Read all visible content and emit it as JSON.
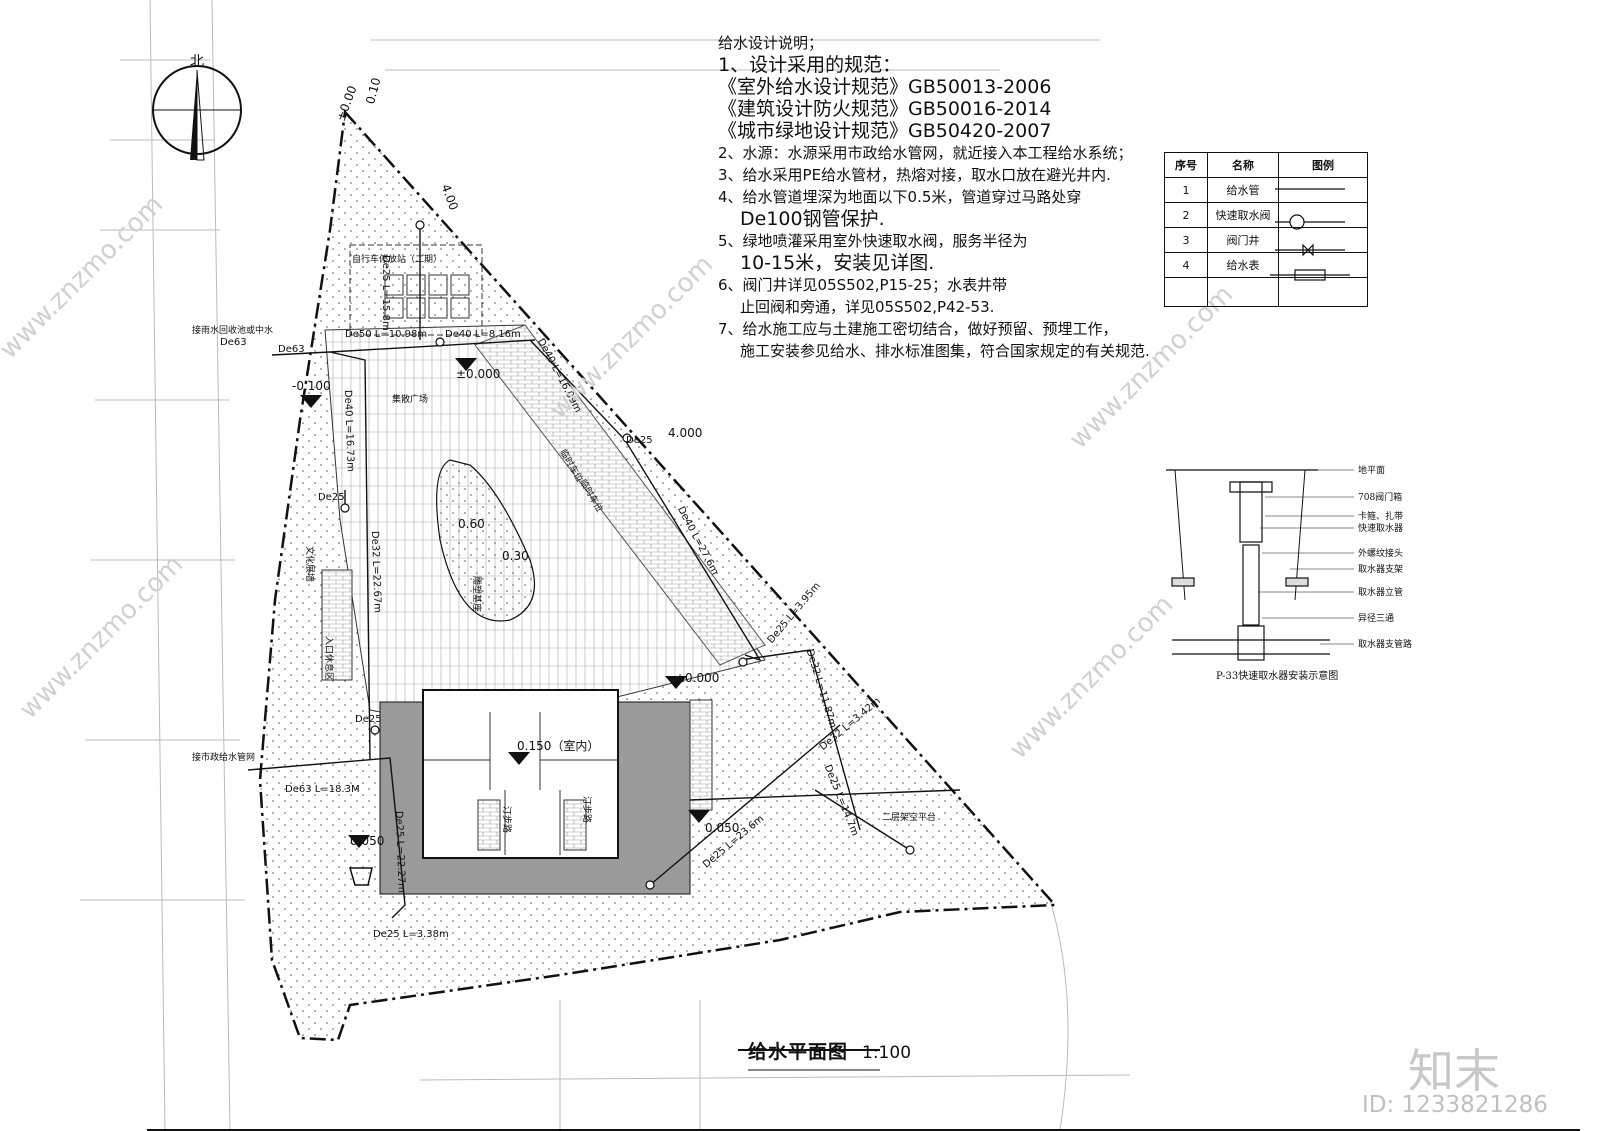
{
  "compass": {
    "label": "北"
  },
  "notes": {
    "heading": "给水设计说明；",
    "lines": [
      "1、设计采用的规范：",
      "《室外给水设计规范》GB50013-2006",
      "《建筑设计防火规范》GB50016-2014",
      "《城市绿地设计规范》GB50420-2007",
      "2、水源：水源采用市政给水管网，就近接入本工程给水系统；",
      "3、给水采用PE给水管材，热熔对接，取水口放在避光井内.",
      "4、给水管道埋深为地面以下0.5米，管道穿过马路处穿",
      "De100钢管保护.",
      "5、绿地喷灌采用室外快速取水阀，服务半径为",
      "10-15米，安装见详图.",
      "6、阀门井详见05S502,P15-25；水表井带",
      "止回阀和旁通，详见05S502,P42-53.",
      "7、给水施工应与土建施工密切结合，做好预留、预埋工作，",
      "施工安装参见给水、排水标准图集，符合国家规定的有关规范."
    ]
  },
  "legend": {
    "headers": [
      "序号",
      "名称",
      "图例"
    ],
    "rows": [
      {
        "no": "1",
        "name": "给水管"
      },
      {
        "no": "2",
        "name": "快速取水阀"
      },
      {
        "no": "3",
        "name": "阀门井"
      },
      {
        "no": "4",
        "name": "给水表"
      }
    ]
  },
  "plan_labels": {
    "pipe_labels": [
      "De25 L=15.8m",
      "De50 L=10.98m",
      "De40 L=8.16m",
      "De40 L=16.09m",
      "De40 L=16.73m",
      "De40 L=27.6m",
      "De32 L=22.67m",
      "De25 L=3.95m",
      "De32 L=11.87m",
      "De32 L=3.42m",
      "De25 L=14.7m",
      "De25 L=23.6m",
      "De25 L=22.27m",
      "De25 L=3.38m",
      "De63 L=18.3M",
      "De63",
      "De63",
      "De25",
      "De25",
      "De25"
    ],
    "elevations": [
      "±0.00",
      "0.10",
      "4.00",
      "-0.100",
      "±0.000",
      "4.000",
      "0.60",
      "0.30",
      "±0.000",
      "0.150（室内）",
      "0.050",
      "0.050"
    ],
    "areas": [
      "自行车停放站（二期）",
      "集散广场",
      "文化展墙",
      "雕塑基座",
      "临时车位",
      "临时车位",
      "汀步路",
      "汀步路",
      "二层架空平台",
      "入口休息区"
    ],
    "connections": [
      "接雨水回收池或中水",
      "接市政给水管网"
    ]
  },
  "detail": {
    "caption": "P-33快速取水器安装示意图",
    "labels": [
      "地平面",
      "708阀门箱",
      "卡箍、扎带",
      "快速取水器",
      "外螺纹接头",
      "取水器支架",
      "取水器立管",
      "异径三通",
      "取水器支管路"
    ]
  },
  "title": {
    "name": "给水平面图",
    "scale": "1:100"
  },
  "watermark": {
    "brand": "知末",
    "id": "ID: 1233821286",
    "site": "www.znzmo.com"
  }
}
